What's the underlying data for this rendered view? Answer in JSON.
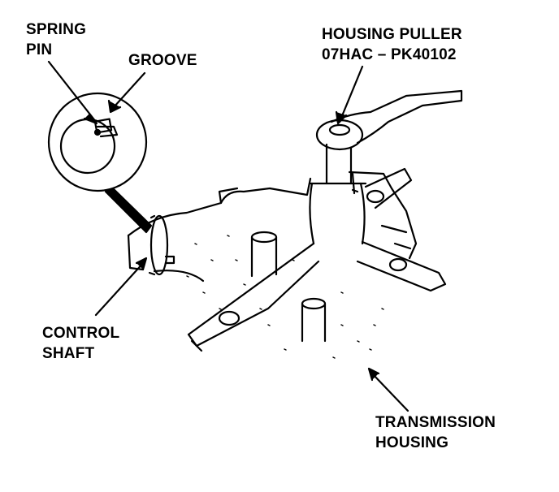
{
  "labels": {
    "spring_pin": [
      "SPRING",
      "PIN"
    ],
    "groove": "GROOVE",
    "housing_puller": [
      "HOUSING PULLER",
      "07HAC – PK40102"
    ],
    "control_shaft": [
      "CONTROL",
      "SHAFT"
    ],
    "transmission_housing": [
      "TRANSMISSION",
      "HOUSING"
    ]
  },
  "colors": {
    "ink": "#000000",
    "paper": "#ffffff"
  }
}
